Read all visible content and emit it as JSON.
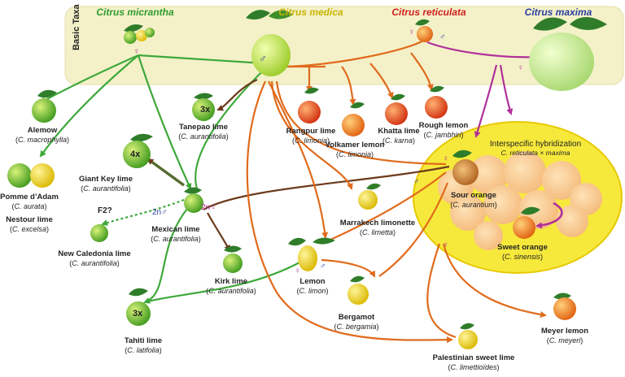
{
  "panel": {
    "label": "Basic Taxa"
  },
  "taxa": [
    {
      "id": "micrantha",
      "name": "Citrus micrantha",
      "color": "#2e9a2e"
    },
    {
      "id": "medica",
      "name": "Citrus medica",
      "color": "#c8b400"
    },
    {
      "id": "reticulata",
      "name": "Citrus reticulata",
      "color": "#d02020"
    },
    {
      "id": "maxima",
      "name": "Citrus maxima",
      "color": "#2a3fa0"
    }
  ],
  "hybridization": {
    "title": "Interspecific hybridization",
    "subtitle": "C. reticulata × maxima"
  },
  "nodes": [
    {
      "id": "alemow",
      "name": "Alemow",
      "sci": "C. macrophylla"
    },
    {
      "id": "tanepao",
      "name": "Tanepao lime",
      "sci": "C. aurantifolia",
      "ploidy": "3x"
    },
    {
      "id": "pomme",
      "name": "Pomme d’Adam",
      "sci": "C. aurata"
    },
    {
      "id": "nestour",
      "name": "Nestour lime",
      "sci": "C. excelsa"
    },
    {
      "id": "giantkey",
      "name": "Giant Key lime",
      "sci": "C. aurantifolia",
      "ploidy": "4x"
    },
    {
      "id": "mexican",
      "name": "Mexican lime",
      "sci": "C. aurantifolia"
    },
    {
      "id": "newcaledonia",
      "name": "New Caledonia lime",
      "sci": "C. aurantifolia"
    },
    {
      "id": "rangpur",
      "name": "Rangpur lime",
      "sci": "C. limonia"
    },
    {
      "id": "volkamer",
      "name": "Volkamer lemon",
      "sci": "C. limonia"
    },
    {
      "id": "khatta",
      "name": "Khatta lime",
      "sci": "C. karna"
    },
    {
      "id": "rough",
      "name": "Rough lemon",
      "sci": "C. jambhiri"
    },
    {
      "id": "marrakech",
      "name": "Marrakech limonette",
      "sci": "C. limetta"
    },
    {
      "id": "sour",
      "name": "Sour orange",
      "sci": "C. aurantium"
    },
    {
      "id": "sweet",
      "name": "Sweet orange",
      "sci": "C. sinensis"
    },
    {
      "id": "kirk",
      "name": "Kirk lime",
      "sci": "C. aurantifolia"
    },
    {
      "id": "lemon",
      "name": "Lemon",
      "sci": "C. limon"
    },
    {
      "id": "bergamot",
      "name": "Bergamot",
      "sci": "C. bergamia"
    },
    {
      "id": "tahiti",
      "name": "Tahiti lime",
      "sci": "C. latifolia",
      "ploidy": "3x"
    },
    {
      "id": "meyer",
      "name": "Meyer lemon",
      "sci": "C. meyeri"
    },
    {
      "id": "palestinian",
      "name": "Palestinian sweet lime",
      "sci": "C. limettioïdes"
    }
  ],
  "marks": {
    "female": "♀",
    "male": "♂",
    "f2": "F2?",
    "male_2n": "2n♂",
    "female_2n": "2n♀"
  },
  "colors": {
    "green": "#3ea83a",
    "orange": "#e06b1c",
    "purple": "#b0309a",
    "brown": "#6b3a1a",
    "panel": "#f4f1c9",
    "ellipse": "#f7e93c"
  }
}
